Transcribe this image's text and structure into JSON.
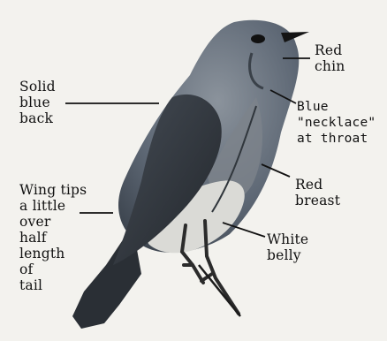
{
  "labels": {
    "back": "Solid\nblue\nback",
    "wing": "Wing tips\na little\nover\nhalf\nlength\nof\ntail",
    "chin": "Red\nchin",
    "necklace": "Blue\n\"necklace\"\nat throat",
    "breast": "Red\nbreast",
    "belly": "White\nbelly"
  },
  "colors": {
    "background": "#f3f2ee",
    "back": "#4f5a67",
    "breast": "#7a7f86",
    "belly": "#dcdcd8",
    "wing": "#2f343a",
    "leader_line": "#111111"
  }
}
